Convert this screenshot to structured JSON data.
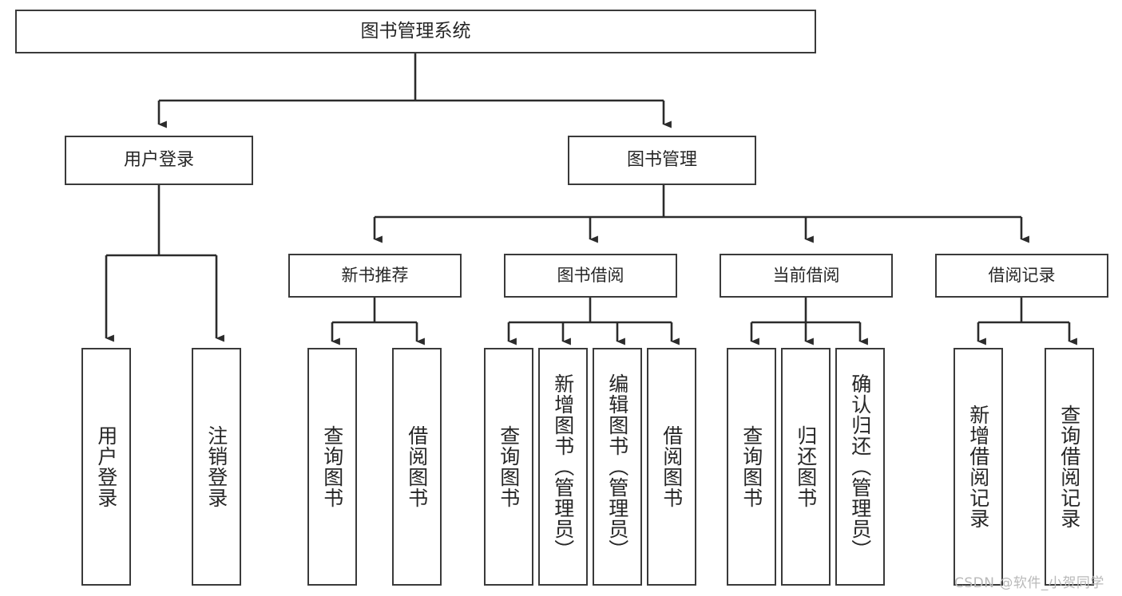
{
  "diagram": {
    "title": "图书管理系统",
    "type": "tree",
    "root": {
      "label": "图书管理系统"
    },
    "level2": [
      {
        "label": "用户登录"
      },
      {
        "label": "图书管理"
      }
    ],
    "level3": [
      {
        "label": "新书推荐"
      },
      {
        "label": "图书借阅"
      },
      {
        "label": "当前借阅"
      },
      {
        "label": "借阅记录"
      }
    ],
    "leaves": {
      "user_login": [
        {
          "label": "用户登录"
        },
        {
          "label": "注销登录"
        }
      ],
      "new_book_recommend": [
        {
          "label": "查询图书"
        },
        {
          "label": "借阅图书"
        }
      ],
      "book_borrow": [
        {
          "label": "查询图书"
        },
        {
          "label": "新增图书（管理员）"
        },
        {
          "label": "编辑图书（管理员）"
        },
        {
          "label": "借阅图书"
        }
      ],
      "current_borrow": [
        {
          "label": "查询图书"
        },
        {
          "label": "归还图书"
        },
        {
          "label": "确认归还（管理员）"
        }
      ],
      "borrow_record": [
        {
          "label": "新增借阅记录"
        },
        {
          "label": "查询借阅记录"
        }
      ]
    }
  },
  "watermark": {
    "text": "CSDN @软件_小贺同学"
  },
  "colors": {
    "box_border": "#3a3a3a",
    "box_fill": "#ffffff",
    "text": "#262626",
    "edge": "#2b2b2b",
    "watermark": "#b9b9b9"
  }
}
